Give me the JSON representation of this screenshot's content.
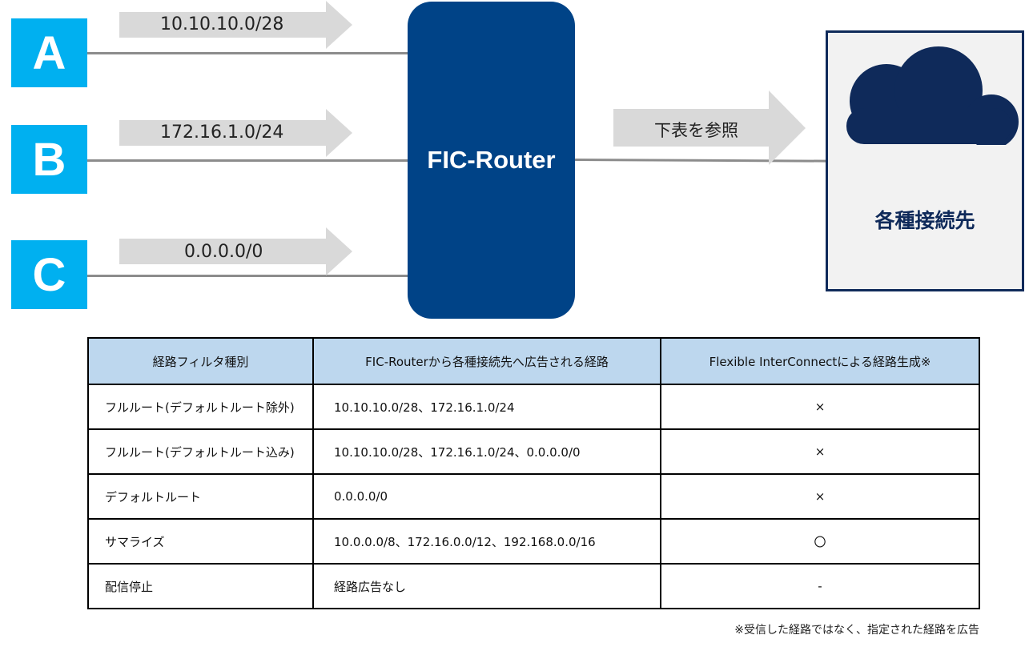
{
  "sources": [
    {
      "letter": "A",
      "route": "10.10.10.0/28"
    },
    {
      "letter": "B",
      "route": "172.16.1.0/24"
    },
    {
      "letter": "C",
      "route": "0.0.0.0/0"
    }
  ],
  "router": {
    "label": "FIC-Router"
  },
  "output_arrow": {
    "label": "下表を参照"
  },
  "destination": {
    "label": "各種接続先",
    "icon": "cloud-icon"
  },
  "table": {
    "headers": [
      "経路フィルタ種別",
      "FIC-Routerから各種接続先へ広告される経路",
      "Flexible InterConnectによる経路生成※"
    ],
    "rows": [
      {
        "type": "フルルート(デフォルトルート除外)",
        "routes": "10.10.10.0/28、172.16.1.0/24",
        "generation": "×"
      },
      {
        "type": "フルルート(デフォルトルート込み)",
        "routes": "10.10.10.0/28、172.16.1.0/24、0.0.0.0/0",
        "generation": "×"
      },
      {
        "type": "デフォルトルート",
        "routes": "0.0.0.0/0",
        "generation": "×"
      },
      {
        "type": "サマライズ",
        "routes": "10.0.0.0/8、172.16.0.0/12、192.168.0.0/16",
        "generation": "〇"
      },
      {
        "type": "配信停止",
        "routes": "経路広告なし",
        "generation": "-"
      }
    ]
  },
  "footnote": "※受信した経路ではなく、指定された経路を広告",
  "colors": {
    "source_box": "#00b0f0",
    "router": "#004387",
    "cloud": "#0f2a5a",
    "arrow": "#d9d9d9",
    "table_header": "#bdd7ee"
  }
}
